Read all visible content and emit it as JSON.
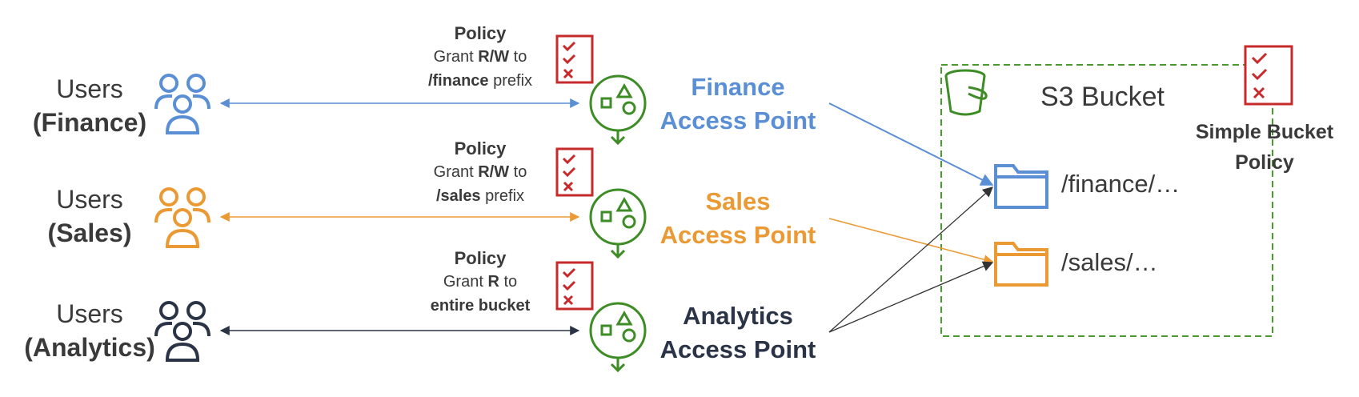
{
  "colors": {
    "finance": "#5a8fd6",
    "sales": "#eb9a33",
    "analytics": "#2b3346",
    "access_point_green": "#3d8c25",
    "policy_red": "#c72a2a",
    "bucket_border": "#4a9a2e"
  },
  "users": [
    {
      "line1": "Users",
      "line2": "(Finance)",
      "icon": "users-group-icon"
    },
    {
      "line1": "Users",
      "line2": "(Sales)",
      "icon": "users-group-icon"
    },
    {
      "line1": "Users",
      "line2": "(Analytics)",
      "icon": "users-group-icon"
    }
  ],
  "policies": [
    {
      "title": "Policy",
      "line1_pre": "Grant ",
      "line1_bold": "R/W",
      "line1_post": " to",
      "line2_bold": "/finance",
      "line2_post": " prefix",
      "icon": "policy-checklist-icon"
    },
    {
      "title": "Policy",
      "line1_pre": "Grant ",
      "line1_bold": "R/W",
      "line1_post": " to",
      "line2_bold": "/sales",
      "line2_post": " prefix",
      "icon": "policy-checklist-icon"
    },
    {
      "title": "Policy",
      "line1_pre": "Grant ",
      "line1_bold": "R",
      "line1_post": " to",
      "line2_bold": "entire bucket",
      "line2_post": "",
      "icon": "policy-checklist-icon"
    }
  ],
  "access_points": [
    {
      "line1": "Finance",
      "line2": "Access Point",
      "icon": "access-point-icon"
    },
    {
      "line1": "Sales",
      "line2": "Access Point",
      "icon": "access-point-icon"
    },
    {
      "line1": "Analytics",
      "line2": "Access Point",
      "icon": "access-point-icon"
    }
  ],
  "bucket": {
    "title": "S3 Bucket",
    "icon": "bucket-icon",
    "folders": [
      {
        "label": "/finance/…",
        "icon": "folder-icon"
      },
      {
        "label": "/sales/…",
        "icon": "folder-icon"
      }
    ],
    "policy_line1": "Simple Bucket",
    "policy_line2": "Policy"
  }
}
